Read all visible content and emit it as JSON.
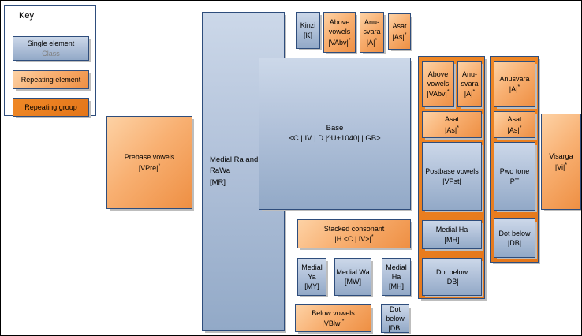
{
  "key": {
    "title": "Key",
    "single_element": {
      "title": "Single element",
      "sub": "Class"
    },
    "repeating_element": {
      "title": "Repeating element"
    },
    "repeating_group": {
      "title": "Repeating group"
    }
  },
  "boxes": {
    "prebase": {
      "title": "Prebase vowels",
      "code": "|VPre|",
      "star": "*"
    },
    "medial_ra": {
      "title": "Medial Ra and RaWa",
      "code": "[MR]"
    },
    "base": {
      "title": "Base",
      "code": "<C | IV | D |^U+1040| | GB>"
    },
    "kinzi": {
      "title": "Kinzi",
      "code": "[K]"
    },
    "above_top": {
      "title": "Above vowels",
      "code": "|VAbv|",
      "star": "*"
    },
    "anusvara_top": {
      "title": "Anu-svara",
      "code": "|A|",
      "star": "*"
    },
    "asat_top": {
      "title": "Asat",
      "code": "|As|",
      "star": "*"
    },
    "g1_above": {
      "title": "Above vowels",
      "code": "|VAbv|",
      "star": "*"
    },
    "g1_anusvara": {
      "title": "Anu-svara",
      "code": "|A|",
      "star": "*"
    },
    "g1_asat": {
      "title": "Asat",
      "code": "|As|",
      "star": "*"
    },
    "g1_postbase": {
      "title": "Postbase vowels",
      "code": "|VPst|"
    },
    "g1_medial_ha": {
      "title": "Medial Ha",
      "code": "[MH]"
    },
    "g1_dot_below": {
      "title": "Dot below",
      "code": "|DB|"
    },
    "g2_anusvara": {
      "title": "Anusvara",
      "code": "|A|",
      "star": "*"
    },
    "g2_asat": {
      "title": "Asat",
      "code": "|As|",
      "star": "*"
    },
    "g2_pwo_tone": {
      "title": "Pwo tone",
      "code": "|PT|"
    },
    "g2_dot_below": {
      "title": "Dot below",
      "code": "|DB|"
    },
    "visarga": {
      "title": "Visarga",
      "code": "|Vi|",
      "star": "*"
    },
    "stacked": {
      "title": "Stacked consonant",
      "code": "|H <C | IV>|",
      "star": "*"
    },
    "medial_ya": {
      "title": "Medial Ya",
      "code": "[MY]"
    },
    "medial_wa": {
      "title": "Medial Wa",
      "code": "[MW]"
    },
    "medial_ha": {
      "title": "Medial Ha",
      "code": "[MH]"
    },
    "below_vowels": {
      "title": "Below vowels",
      "code": "|VBlw|",
      "star": "*"
    },
    "dot_below_bottom": {
      "title": "Dot below",
      "code": "|DB|"
    }
  },
  "colors": {
    "single_element_fill_top": "#ccd8e9",
    "single_element_fill_bottom": "#92a9c7",
    "repeating_element_fill_top": "#fdd2a5",
    "repeating_element_fill_bottom": "#ee8f43",
    "repeating_group_fill": "#e87d1e",
    "box_border": "#2e4d7c",
    "shadow": "#bdbdbd",
    "class_placeholder_text": "#808080"
  }
}
